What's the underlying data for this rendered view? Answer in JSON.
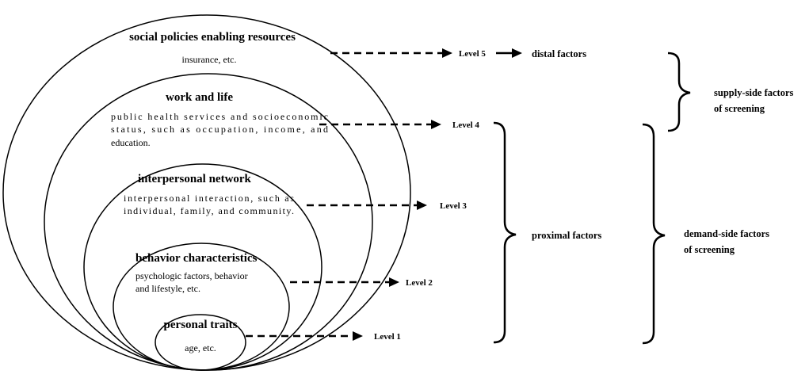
{
  "rings": [
    {
      "title": "social policies enabling resources",
      "lines": [
        "insurance, etc."
      ]
    },
    {
      "title": "work and life",
      "lines": [
        "public health services and socioeconomic",
        "status, such as occupation, income, and",
        "education."
      ]
    },
    {
      "title": "interpersonal network",
      "lines": [
        "interpersonal interaction, such as",
        "individual, family, and community."
      ]
    },
    {
      "title": "behavior characteristics",
      "lines": [
        "psychologic factors, behavior",
        "and lifestyle, etc."
      ]
    },
    {
      "title": "personal traits",
      "lines": [
        "age, etc."
      ]
    }
  ],
  "levels": [
    "Level 5",
    "Level 4",
    "Level 3",
    "Level 2",
    "Level 1"
  ],
  "factors": {
    "distal": "distal factors",
    "proximal": "proximal factors"
  },
  "sides": {
    "supply": [
      "supply-side factors",
      "of screening"
    ],
    "demand": [
      "demand-side factors",
      "of screening"
    ]
  }
}
